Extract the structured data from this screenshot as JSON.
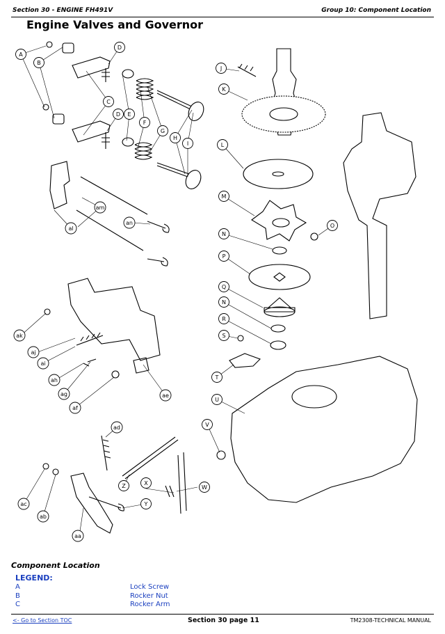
{
  "header": {
    "section": "Section 30 - ENGINE FH491V",
    "group": "Group 10: Component Location"
  },
  "title": "Engine Valves and Governor",
  "callouts": [
    "A",
    "B",
    "C",
    "D",
    "E",
    "F",
    "G",
    "H",
    "I",
    "J",
    "K",
    "L",
    "M",
    "N",
    "O",
    "P",
    "Q",
    "R",
    "S",
    "T",
    "U",
    "V",
    "W",
    "X",
    "Y",
    "Z",
    "aa",
    "ab",
    "ac",
    "ad",
    "ae",
    "af",
    "ag",
    "ah",
    "ai",
    "aj",
    "ak",
    "al",
    "am",
    "an"
  ],
  "caption": "Component Location",
  "legend": {
    "title": "LEGEND:",
    "items": [
      {
        "letter": "A",
        "text": "Lock Screw"
      },
      {
        "letter": "B",
        "text": "Rocker Nut"
      },
      {
        "letter": "C",
        "text": "Rocker Arm"
      }
    ]
  },
  "footer": {
    "toc_link": "<- Go to Section TOC",
    "page": "Section 30 page 11",
    "manual": "TM2308-TECHNICAL MANUAL"
  }
}
